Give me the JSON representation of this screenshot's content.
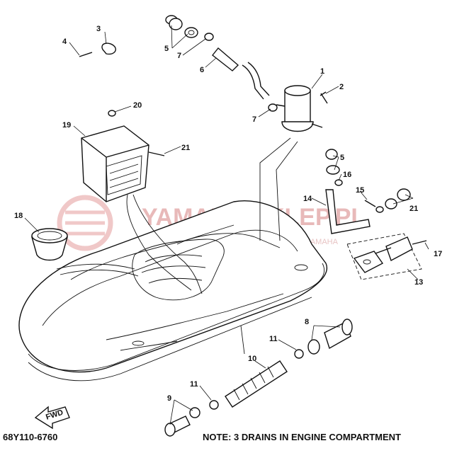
{
  "watermark": {
    "brand": "YAMAHA SKLEP.PL",
    "subtitle": "WSZYSTKO DLA TWOJEGO SKUTERA YAMAHA",
    "color": "#e8b9b9"
  },
  "fwd_label": "FWD",
  "part_number_code": "68Y110-6760",
  "note": "NOTE: 3 DRAINS IN ENGINE COMPARTMENT",
  "callouts": {
    "c1": "1",
    "c2": "2",
    "c3": "3",
    "c4": "4",
    "c5a": "5",
    "c5b": "5",
    "c6": "6",
    "c7a": "7",
    "c7b": "7",
    "c8": "8",
    "c9": "9",
    "c10": "10",
    "c11a": "11",
    "c11b": "11",
    "c13": "13",
    "c14": "14",
    "c15": "15",
    "c16": "16",
    "c17": "17",
    "c18": "18",
    "c19": "19",
    "c20": "20",
    "c21a": "21",
    "c21b": "21"
  }
}
